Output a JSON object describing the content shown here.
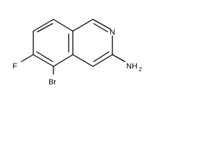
{
  "molecule": {
    "atoms": {
      "nitrogen": "N",
      "fluorine": "F",
      "bromine": "Br",
      "amine_main": "NH",
      "amine_subscript": "2"
    }
  }
}
